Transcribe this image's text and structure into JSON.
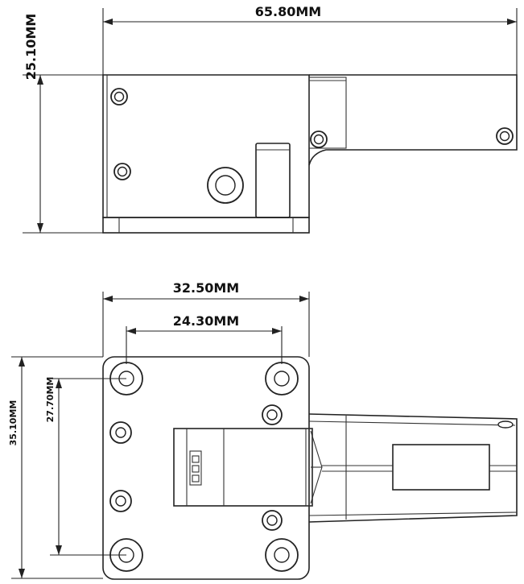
{
  "dimensions": {
    "top_length": "65.80MM",
    "top_height": "25.10MM",
    "plate_width": "32.50MM",
    "hole_spacing_x": "24.30MM",
    "plate_height": "35.10MM",
    "hole_spacing_y": "27.70MM"
  }
}
